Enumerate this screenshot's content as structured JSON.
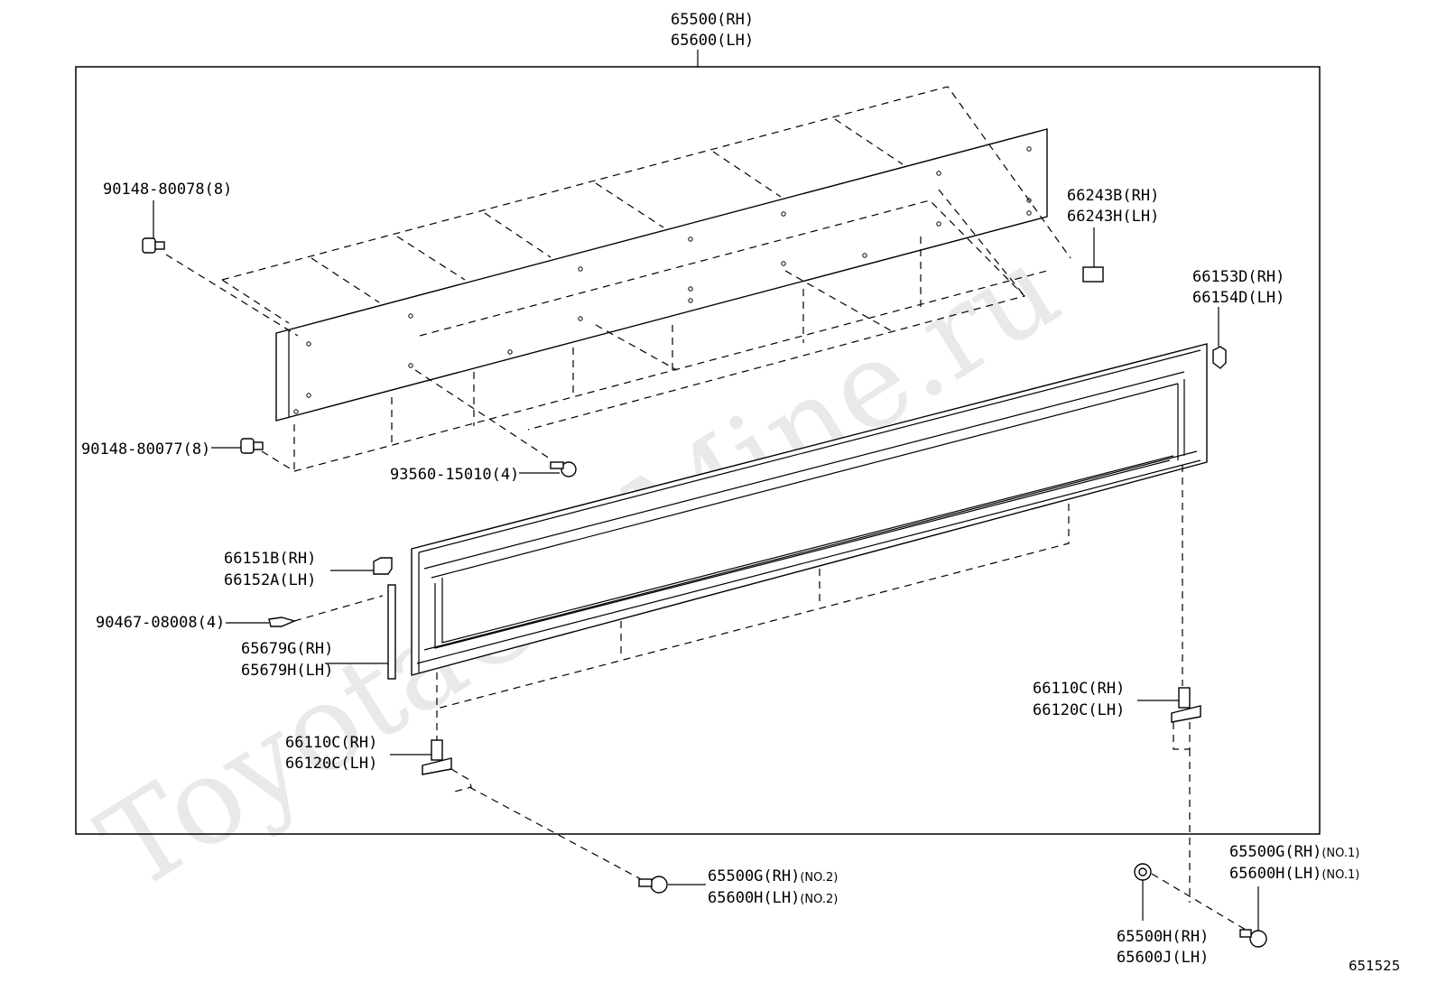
{
  "watermark": "ToyotaCarMine.ru",
  "diagram_id": "651525",
  "callouts": [
    {
      "id": "top-1",
      "text": "65500(RH)"
    },
    {
      "id": "top-2",
      "text": "65600(LH)"
    },
    {
      "id": "bolt-8-a",
      "text": "90148-80078(8)"
    },
    {
      "id": "bolt-8-b",
      "text": "90148-80077(8)"
    },
    {
      "id": "screw-4",
      "text": "93560-15010(4)"
    },
    {
      "id": "plate-rh",
      "text": "66243B(RH)"
    },
    {
      "id": "plate-lh",
      "text": "66243H(LH)"
    },
    {
      "id": "hook-r-rh",
      "text": "66153D(RH)"
    },
    {
      "id": "hook-r-lh",
      "text": "66154D(LH)"
    },
    {
      "id": "hook-l-rh",
      "text": "66151B(RH)"
    },
    {
      "id": "hook-l-lh",
      "text": "66152A(LH)"
    },
    {
      "id": "clip-4",
      "text": "90467-08008(4)"
    },
    {
      "id": "strip-rh",
      "text": "65679G(RH)"
    },
    {
      "id": "strip-lh",
      "text": "65679H(LH)"
    },
    {
      "id": "hinge-r-rh",
      "text": "66110C(RH)"
    },
    {
      "id": "hinge-r-lh",
      "text": "66120C(LH)"
    },
    {
      "id": "hinge-l-rh",
      "text": "66110C(RH)"
    },
    {
      "id": "hinge-l-lh",
      "text": "66120C(LH)"
    },
    {
      "id": "bolt-no2-rh",
      "text": "65500G(RH)",
      "suffix": "(NO.2)"
    },
    {
      "id": "bolt-no2-lh",
      "text": "65600H(LH)",
      "suffix": "(NO.2)"
    },
    {
      "id": "bolt-no1-rh",
      "text": "65500G(RH)",
      "suffix": "(NO.1)"
    },
    {
      "id": "bolt-no1-lh",
      "text": "65600H(LH)",
      "suffix": "(NO.1)"
    },
    {
      "id": "nut-rh",
      "text": "65500H(RH)"
    },
    {
      "id": "nut-lh",
      "text": "65600J(LH)"
    }
  ]
}
